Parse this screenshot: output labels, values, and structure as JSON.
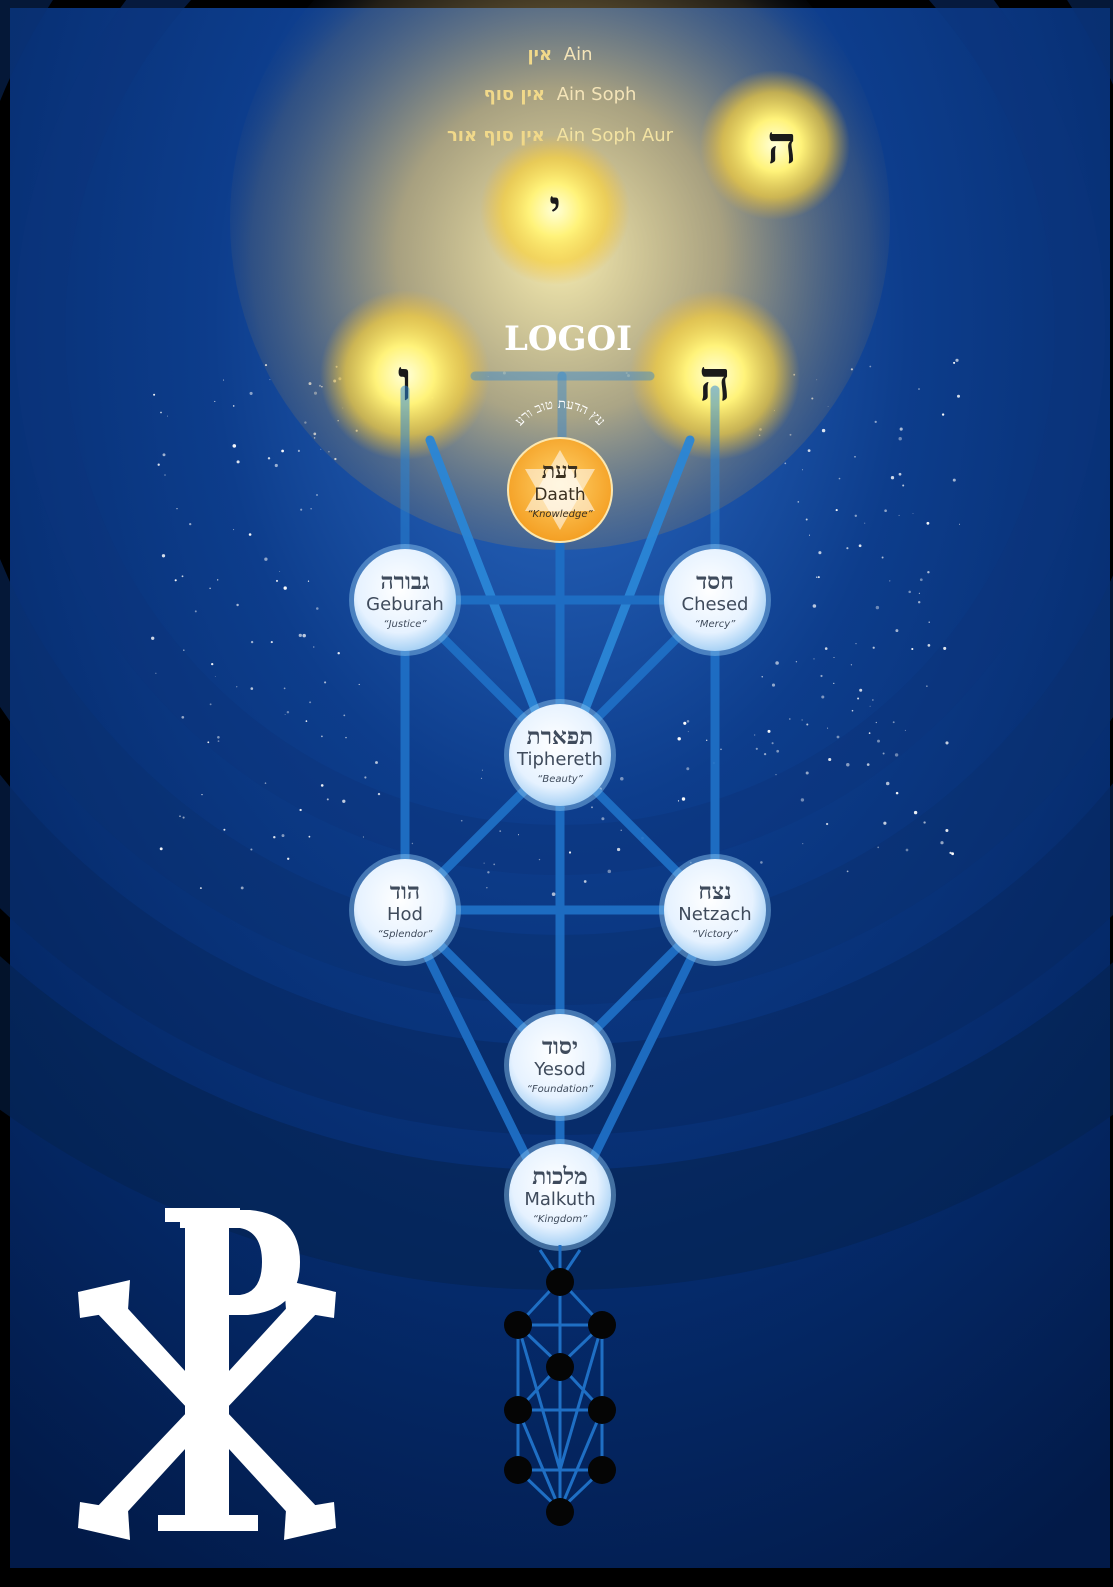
{
  "veils": [
    {
      "hebrew": "אין",
      "latin": "Ain"
    },
    {
      "hebrew": "אין סוף",
      "latin": "Ain Soph"
    },
    {
      "hebrew": "אין סוף אור",
      "latin": "Ain Soph Aur"
    }
  ],
  "tetragrammaton": {
    "yod": "י",
    "he_upper": "ה",
    "vav": "ו",
    "he_lower": "ה"
  },
  "logoi_label": "LOGOI",
  "daath_arc": "עץ הדעת טוב ורע",
  "sephiroth": [
    {
      "key": "daath",
      "hebrew": "דעת",
      "name": "Daath",
      "meaning": "“Knowledge”"
    },
    {
      "key": "geburah",
      "hebrew": "גבורה",
      "name": "Geburah",
      "meaning": "“Justice”"
    },
    {
      "key": "chesed",
      "hebrew": "חסד",
      "name": "Chesed",
      "meaning": "“Mercy”"
    },
    {
      "key": "tiphereth",
      "hebrew": "תפארת",
      "name": "Tiphereth",
      "meaning": "“Beauty”"
    },
    {
      "key": "hod",
      "hebrew": "הוד",
      "name": "Hod",
      "meaning": "“Splendor”"
    },
    {
      "key": "netzach",
      "hebrew": "נצח",
      "name": "Netzach",
      "meaning": "“Victory”"
    },
    {
      "key": "yesod",
      "hebrew": "יסוד",
      "name": "Yesod",
      "meaning": "“Foundation”"
    },
    {
      "key": "malkuth",
      "hebrew": "מלכות",
      "name": "Malkuth",
      "meaning": "“Kingdom”"
    }
  ],
  "colors": {
    "background_dark": "#031a4a",
    "background_mid": "#0a3a8a",
    "path_blue": "#1f6fc4",
    "glow_yellow": "#fff7a8",
    "veil_text": "#e8d6a6",
    "sephira_fill": "#eef6ff",
    "sephira_text": "#3d4a5a",
    "daath_fill": "#f7b53a",
    "chi_rho": "#ffffff"
  },
  "icons": {
    "chi_rho": "chi-rho-icon",
    "star_of_david": "star-of-david-icon",
    "mini_tree": "mini-tree-of-life-icon"
  }
}
